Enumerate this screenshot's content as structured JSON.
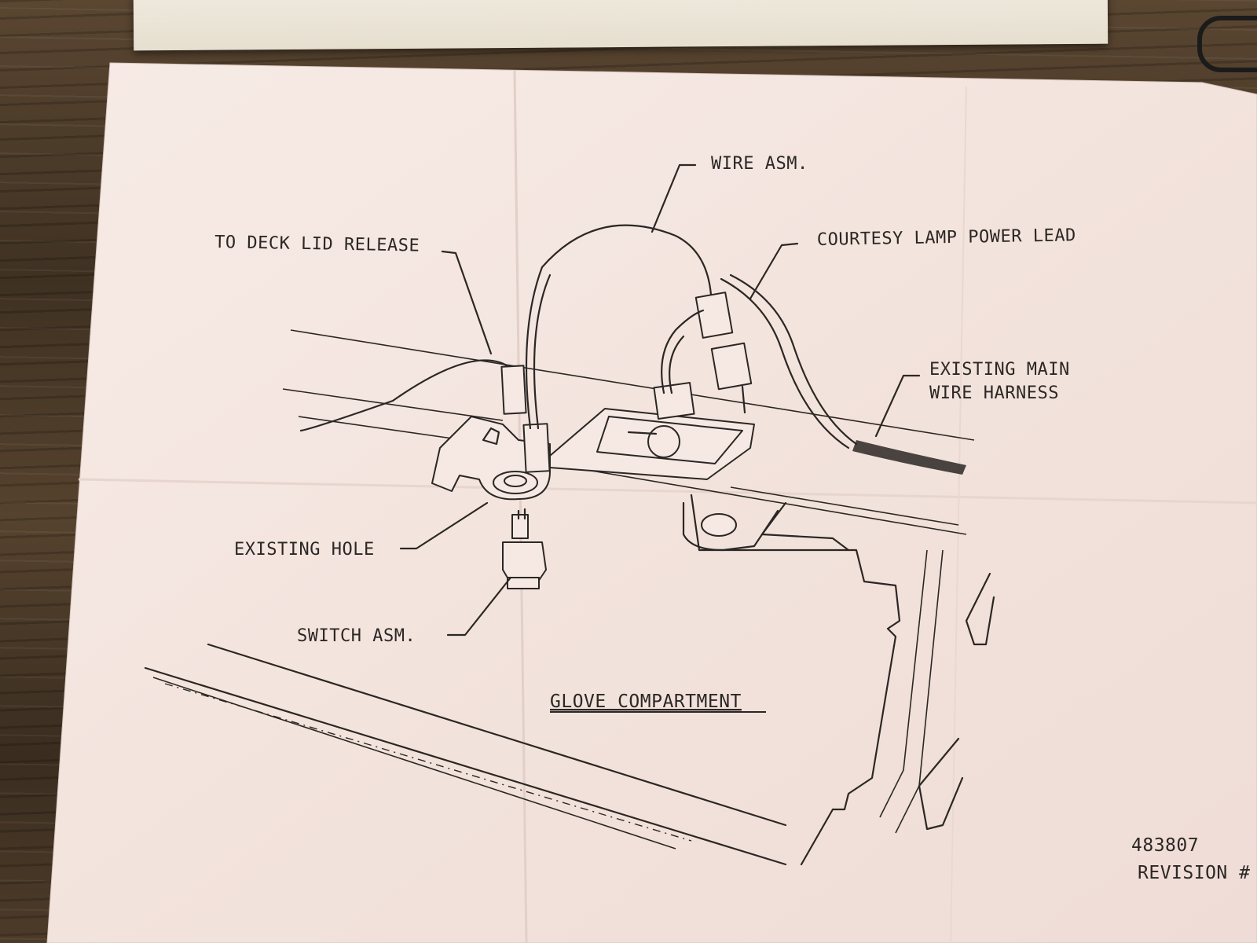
{
  "labels": {
    "wire_asm": "WIRE ASM.",
    "to_deck_lid_release": "TO DECK LID RELEASE",
    "courtesy_lamp_power_lead": "COURTESY LAMP POWER LEAD",
    "existing_main_wire_harness_line1": "EXISTING MAIN",
    "existing_main_wire_harness_line2": "WIRE HARNESS",
    "existing_hole": "EXISTING HOLE",
    "switch_asm": "SWITCH ASM.",
    "glove_compartment": "GLOVE COMPARTMENT",
    "part_number": "483807",
    "revision": "REVISION #"
  },
  "colors": {
    "paper": "#f5e6e0",
    "ink": "#2b2724",
    "wood": "#4a3a2a"
  }
}
